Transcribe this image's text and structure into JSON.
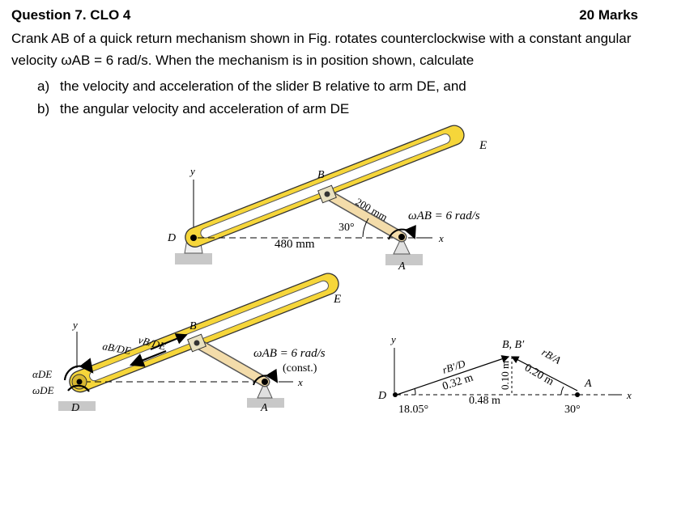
{
  "header": {
    "question": "Question 7. CLO 4",
    "marks": "20 Marks"
  },
  "problem": {
    "text": "Crank AB of a quick return mechanism shown in Fig. rotates counterclockwise with a constant angular velocity ωAB = 6 rad/s. When the mechanism is in position shown, calculate"
  },
  "parts": [
    {
      "label": "a)",
      "text": "the velocity and acceleration of the slider B relative to arm DE, and"
    },
    {
      "label": "b)",
      "text": "the angular velocity and acceleration of arm DE"
    }
  ],
  "figure1": {
    "E": "E",
    "B": "B",
    "D": "D",
    "A": "A",
    "x": "x",
    "y": "y",
    "r_AB": "200 mm",
    "angle": "30°",
    "dist_DA": "480 mm",
    "omega": "ωAB = 6 rad/s"
  },
  "figure2": {
    "E": "E",
    "B": "B",
    "D": "D",
    "A": "A",
    "x": "x",
    "y": "y",
    "vBDE": "vB/DE",
    "aBDE": "aB/DE",
    "alphaDE": "αDE",
    "omegaDE": "ωDE",
    "omega": "ωAB = 6 rad/s",
    "const": "(const.)"
  },
  "figure3": {
    "D": "D",
    "A": "A",
    "BB": "B, B′",
    "x": "x",
    "y": "y",
    "rBD": "rB′/D",
    "rBA": "rB/A",
    "d032": "0.32 m",
    "d020": "0.20 m",
    "d010": "0.10 m",
    "d048": "0.48 m",
    "ang1": "18.05°",
    "ang2": "30°"
  }
}
